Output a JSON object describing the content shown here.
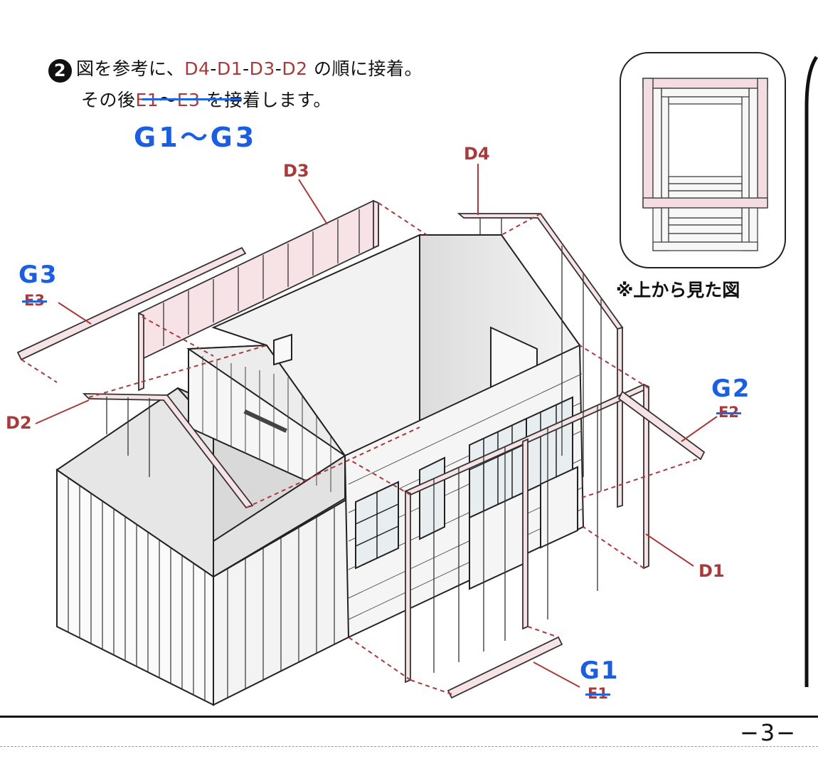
{
  "instruction": {
    "step_number": "2",
    "line1_prefix": "図を参考に、",
    "line1_sequence": [
      "D4",
      "D1",
      "D3",
      "D2"
    ],
    "line1_separator": "-",
    "line1_suffix": "の順に接着。",
    "line2_prefix": "その後",
    "line2_struck_start": "E1",
    "line2_tilde": "〜",
    "line2_struck_end": "E3",
    "line2_suffix": "を接着します。",
    "replacement_note": "G1〜G3"
  },
  "labels": {
    "D1": "D1",
    "D2": "D2",
    "D3": "D3",
    "D4": "D4",
    "G1": "G1",
    "G2": "G2",
    "G3": "G3",
    "E1": "E1",
    "E2": "E2",
    "E3": "E3"
  },
  "inset": {
    "caption": "※上から見た図"
  },
  "page_number": "−3−",
  "colors": {
    "part_label": "#a83a3a",
    "correction": "#1b5fe0",
    "frame_fill": "#f7e3e6",
    "frame_stroke": "#333333",
    "leader_dash": "#a83a3a"
  }
}
